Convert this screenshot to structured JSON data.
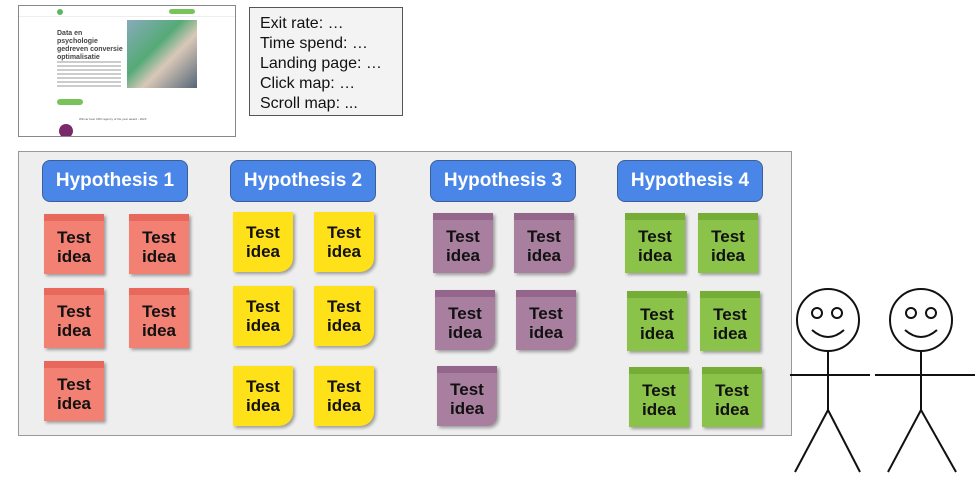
{
  "website_thumbnail": {
    "headline": "Data en psychologie gedreven conversie optimalisatie",
    "award_text": "Winner best CRO agency of the year award - 2023"
  },
  "metrics": [
    "Exit rate: …",
    "Time spend: …",
    "Landing page: …",
    "Click map: …",
    "Scroll map: ..."
  ],
  "hypotheses": [
    {
      "label": "Hypothesis 1",
      "color": "#f28073",
      "ideas": [
        "Test idea",
        "Test idea",
        "Test idea",
        "Test idea",
        "Test idea"
      ]
    },
    {
      "label": "Hypothesis 2",
      "color": "#ffe11a",
      "ideas": [
        "Test idea",
        "Test idea",
        "Test idea",
        "Test idea",
        "Test idea",
        "Test idea"
      ]
    },
    {
      "label": "Hypothesis 3",
      "color": "#a87f9f",
      "ideas": [
        "Test idea",
        "Test idea",
        "Test idea",
        "Test idea",
        "Test idea"
      ]
    },
    {
      "label": "Hypothesis 4",
      "color": "#8bc34a",
      "ideas": [
        "Test idea",
        "Test idea",
        "Test idea",
        "Test idea",
        "Test idea",
        "Test idea"
      ]
    }
  ],
  "hypothesis_color": "#4a86e8",
  "figures": [
    "stick-figure",
    "stick-figure"
  ]
}
